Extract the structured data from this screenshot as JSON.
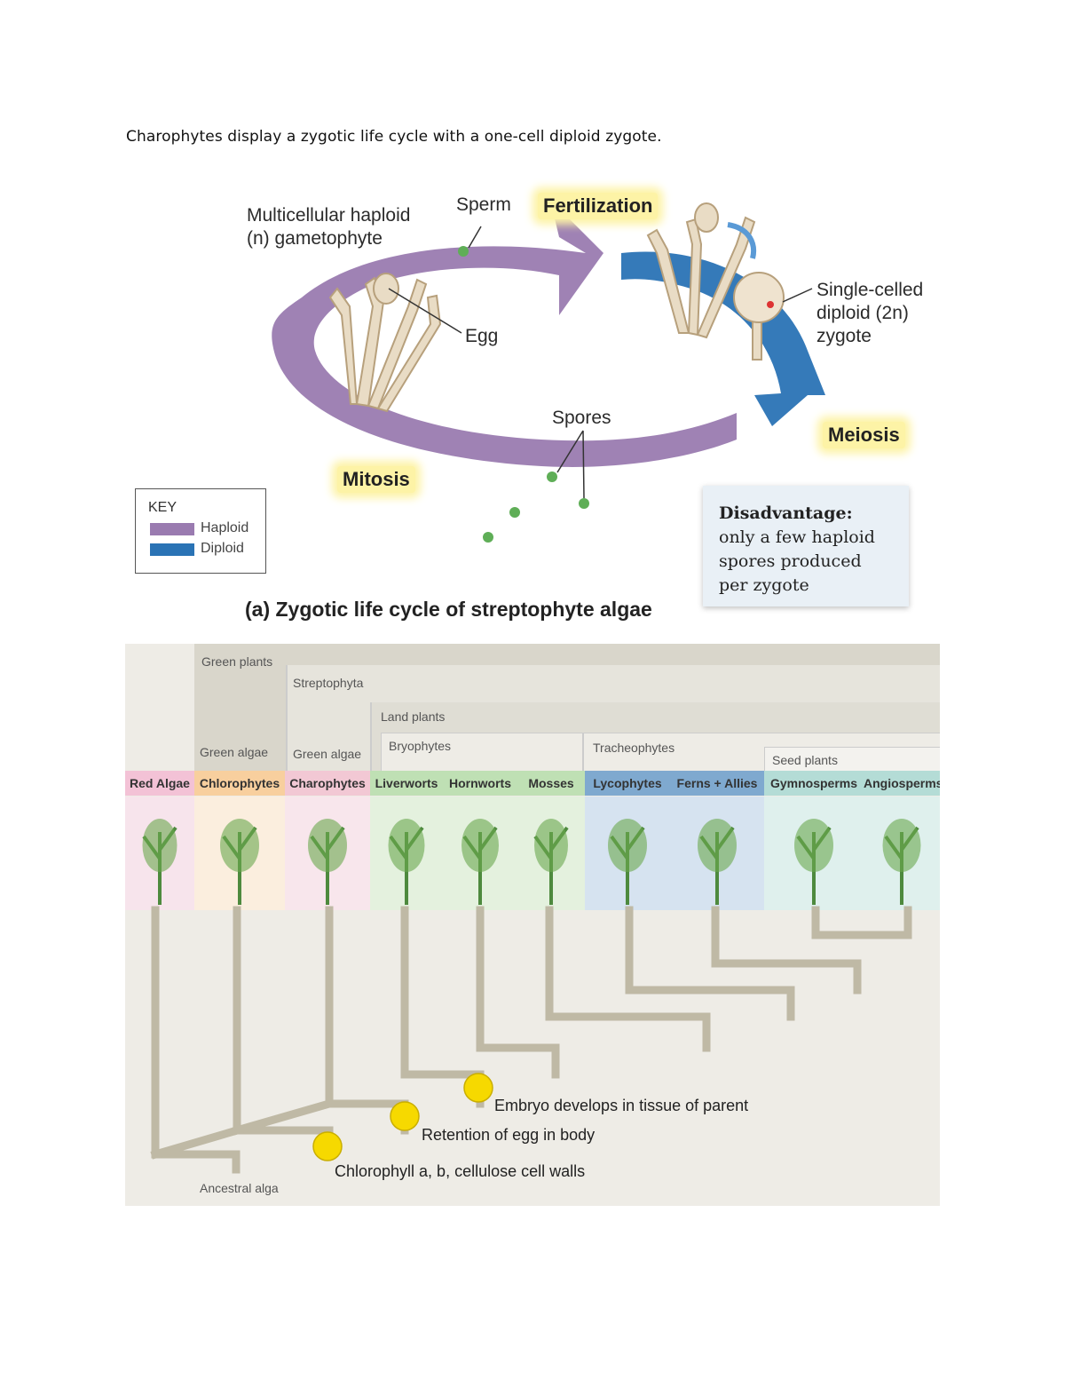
{
  "caption": "Charophytes display a zygotic life cycle with a one-cell diploid zygote.",
  "life_cycle": {
    "gametophyte_label_1": "Multicellular haploid",
    "gametophyte_label_2": "(n) gametophyte",
    "sperm": "Sperm",
    "fertilization": "Fertilization",
    "egg": "Egg",
    "zygote_label_1": "Single-celled",
    "zygote_label_2": "diploid (2n)",
    "zygote_label_3": "zygote",
    "spores": "Spores",
    "meiosis": "Meiosis",
    "mitosis": "Mitosis",
    "key": {
      "title": "KEY",
      "haploid": "Haploid",
      "diploid": "Diploid",
      "haploid_color": "#9a7bb0",
      "diploid_color": "#2a73b5"
    },
    "disadvantage_title": "Disadvantage:",
    "disadvantage_line_1": "only a few haploid",
    "disadvantage_line_2": "spores produced",
    "disadvantage_line_3": "per zygote",
    "subtitle": "(a) Zygotic life cycle of streptophyte algae"
  },
  "cladogram": {
    "groups": {
      "green_plants": "Green plants",
      "streptophyta": "Streptophyta",
      "land_plants": "Land plants",
      "bryophytes": "Bryophytes",
      "tracheophytes": "Tracheophytes",
      "seed_plants": "Seed plants",
      "green_algae_1": "Green algae",
      "green_algae_2": "Green algae"
    },
    "taxa": [
      "Red Algae",
      "Chlorophytes",
      "Charophytes",
      "Liverworts",
      "Hornworts",
      "Mosses",
      "Lycophytes",
      "Ferns + Allies",
      "Gymnosperms",
      "Angiosperms"
    ],
    "traits": {
      "embryo": "Embryo develops in tissue of parent",
      "retention": "Retention of egg in body",
      "chlorophyll": "Chlorophyll a, b, cellulose cell walls"
    },
    "root_label": "Ancestral alga"
  }
}
